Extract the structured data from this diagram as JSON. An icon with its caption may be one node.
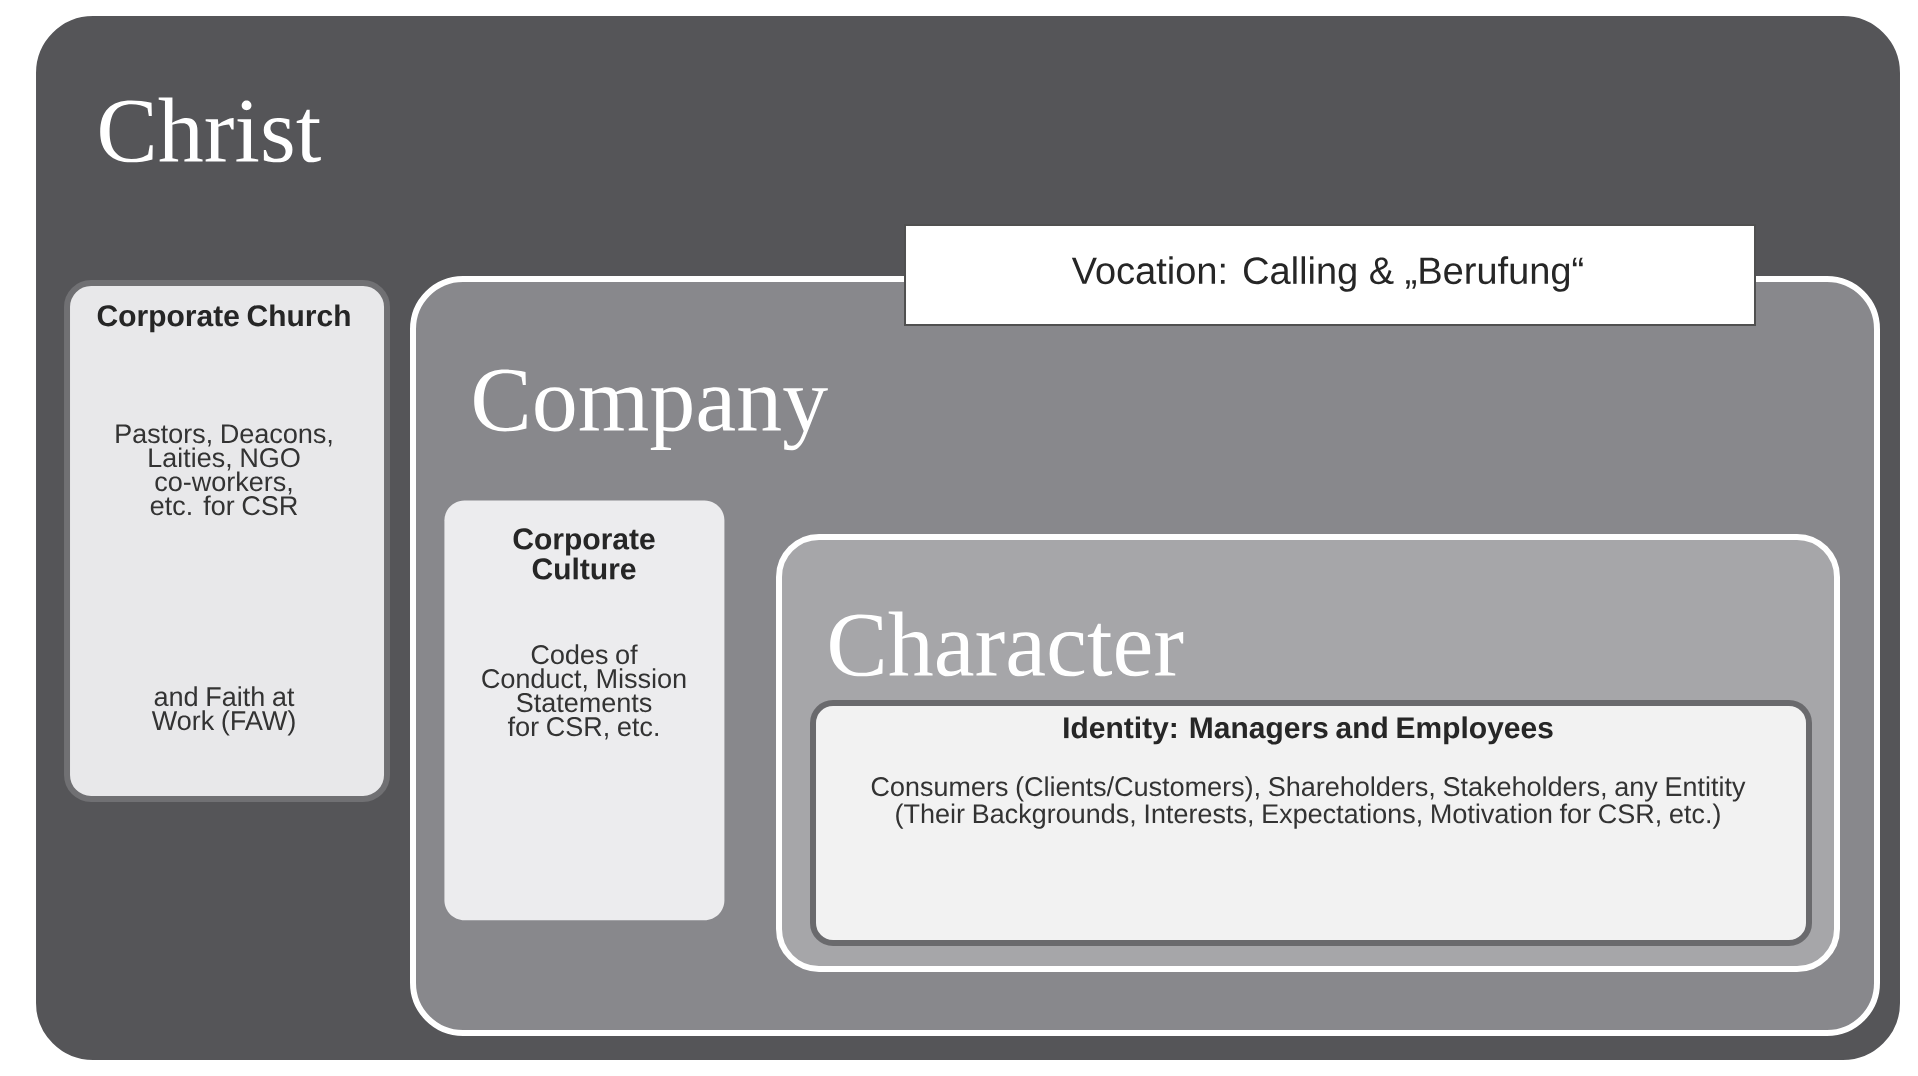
{
  "diagram": {
    "nodes": [
      {
        "text": [
          "Christ"
        ]
      },
      {
        "text": [
          "Corporate Church",
          "Pastors, Deacons, Laities, NGO co-workers, etc. for CSR",
          "and Faith at Work (FAW)"
        ],
        "in": 0
      },
      {
        "text": [
          "Company"
        ],
        "in": 0
      },
      {
        "text": [
          "Vocation: Calling & „Berufung“"
        ],
        "in": 0
      },
      {
        "text": [
          "Corporate Culture",
          "Codes of Conduct, Mission Statements for CSR, etc."
        ],
        "in": 2
      },
      {
        "text": [
          "Character"
        ],
        "in": 2
      },
      {
        "text": [
          "Identity: Managers and Employees",
          "Consumers (Clients/Customers), Shareholders, Stakeholders, any Entitity (Their Backgrounds, Interests, Expectations, Motivation for CSR, etc.)"
        ],
        "in": 5
      }
    ]
  }
}
